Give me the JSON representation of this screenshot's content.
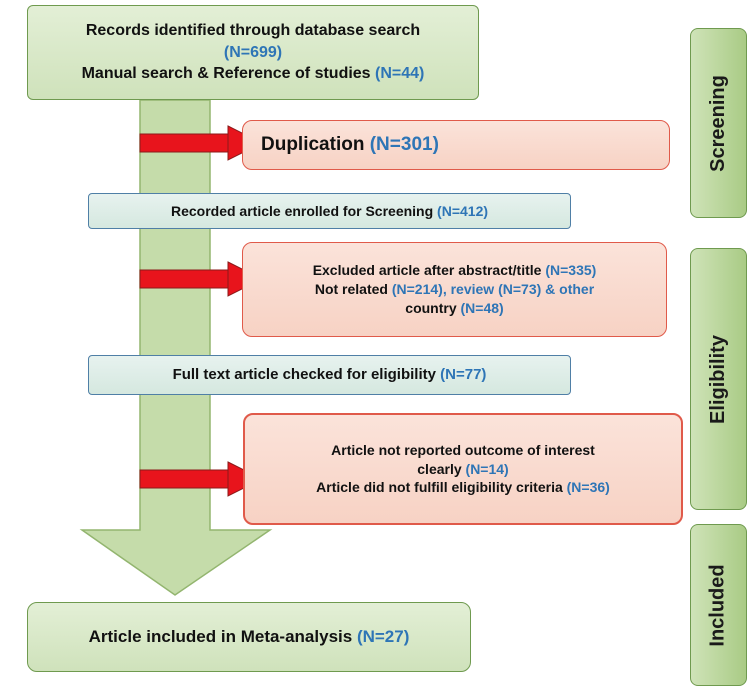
{
  "boxes": {
    "records": {
      "line1": "Records identified through database search",
      "n1": "(N=699)",
      "line2": "Manual search & Reference of studies ",
      "n2": "(N=44)"
    },
    "duplication": {
      "label": "Duplication ",
      "n": "(N=301)"
    },
    "screening_enrolled": {
      "label": "Recorded article enrolled for Screening ",
      "n": "(N=412)"
    },
    "excluded_abstract": {
      "line1": "Excluded article after abstract/title ",
      "n1": "(N=335)",
      "line2a": "Not related ",
      "n2": "(N=214)",
      "line2b": ", review ",
      "n3": "(N=73)",
      "line2c": " & other",
      "line3": "country ",
      "n4": "(N=48)"
    },
    "full_text": {
      "label": "Full text article checked for eligibility ",
      "n": "(N=77)"
    },
    "excluded_fulltext": {
      "line1": "Article not reported outcome of interest",
      "line2": "clearly ",
      "n1": "(N=14)",
      "line3": "Article did not fulfill eligibility criteria ",
      "n2": "(N=36)"
    },
    "included": {
      "label": "Article included in Meta-analysis ",
      "n": "(N=27)"
    }
  },
  "stages": {
    "screening": "Screening",
    "eligibility": "Eligibility",
    "included": "Included"
  },
  "colors": {
    "count_text": "#2e75b6",
    "stage_fill": "#a9cb85",
    "excluded_border": "#e05a4a",
    "arrow_red": "#e8141c",
    "flow_arrow": "#c5dcaa"
  }
}
